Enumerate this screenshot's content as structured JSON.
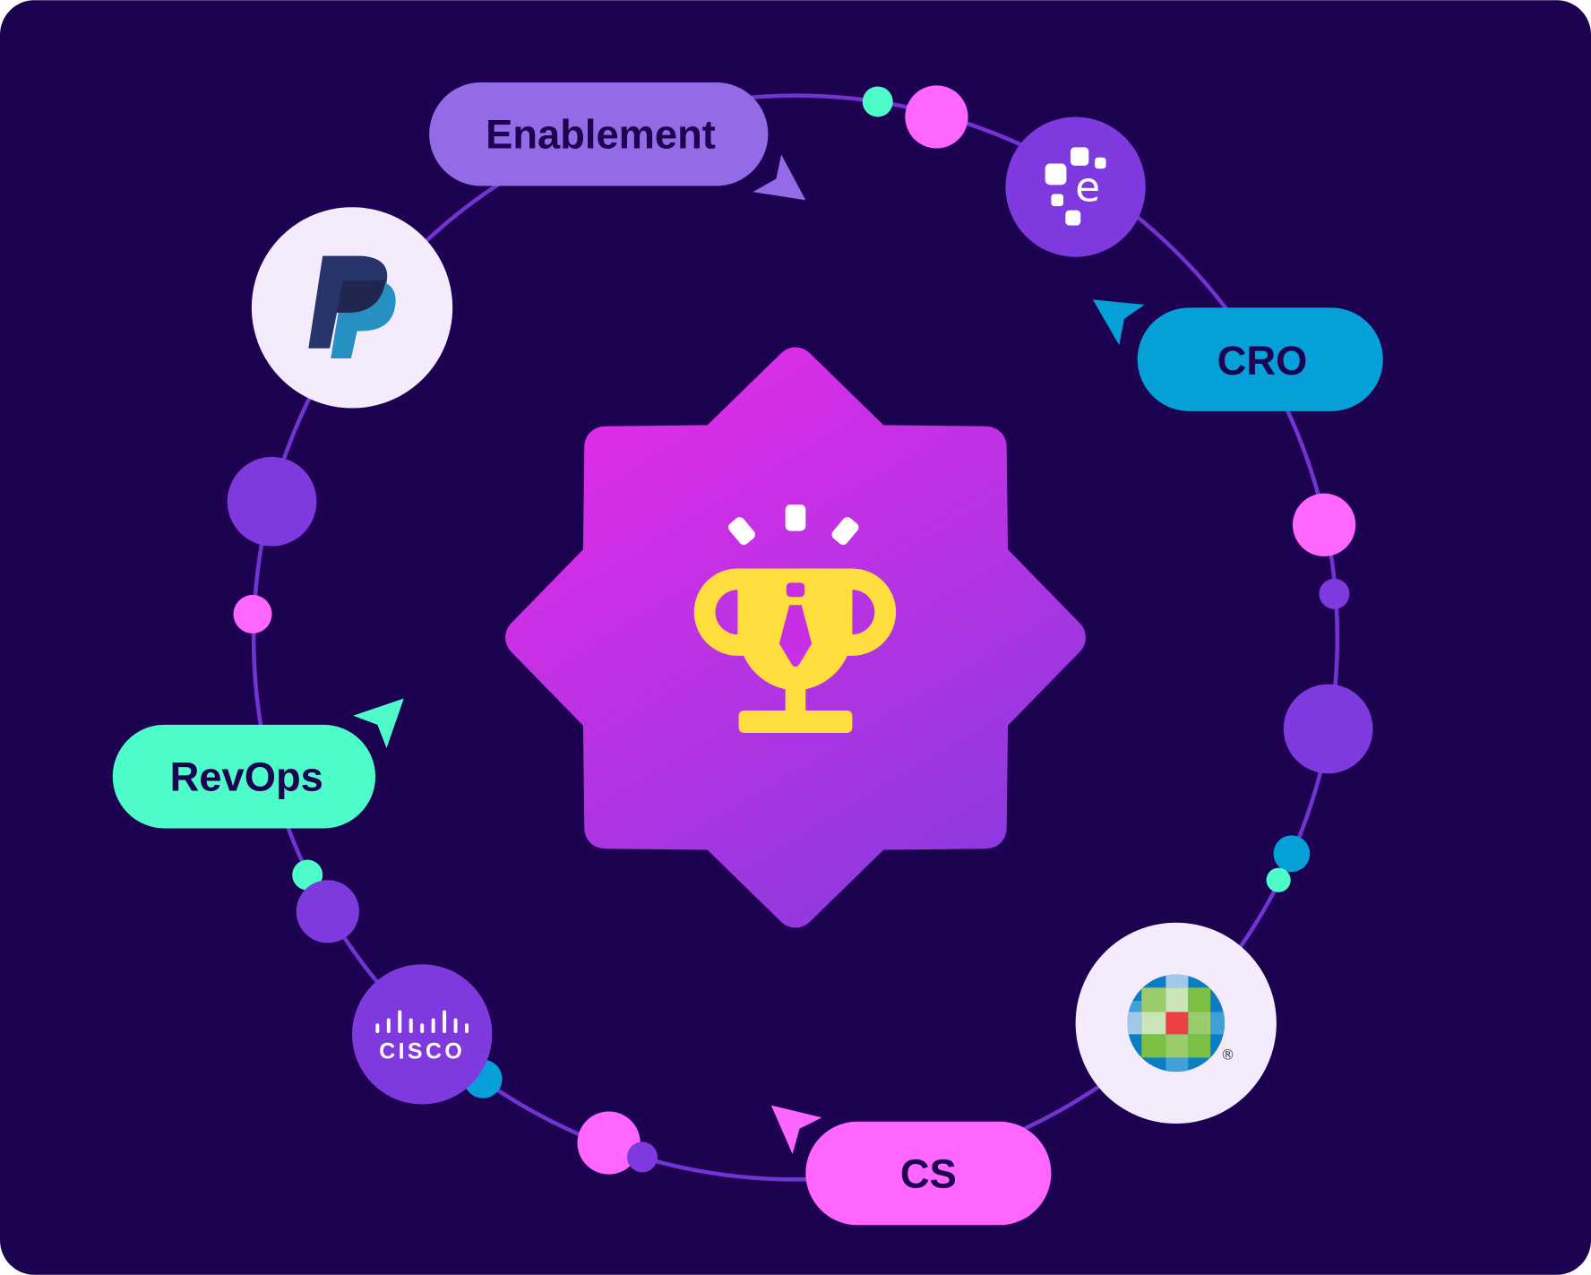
{
  "labels": {
    "enablement": "Enablement",
    "cro": "CRO",
    "revops": "RevOps",
    "cs": "CS"
  },
  "logos": {
    "paypal": "PayPal",
    "everbridge": "e",
    "cisco": "CISCO",
    "wolters_kluwer": "®"
  },
  "center_icon": "trophy-icon",
  "colors": {
    "background": "#1c0250",
    "ring": "#7234d0",
    "enablement": "#936be6",
    "cro": "#05a0d8",
    "revops": "#4dfcc8",
    "cs": "#ff66ff",
    "purple": "#7f3adf",
    "trophy": "#ffde3e",
    "star_top": "#e22ce8",
    "star_bottom": "#8b3adf",
    "logo_bg": "#f4ecfc"
  }
}
